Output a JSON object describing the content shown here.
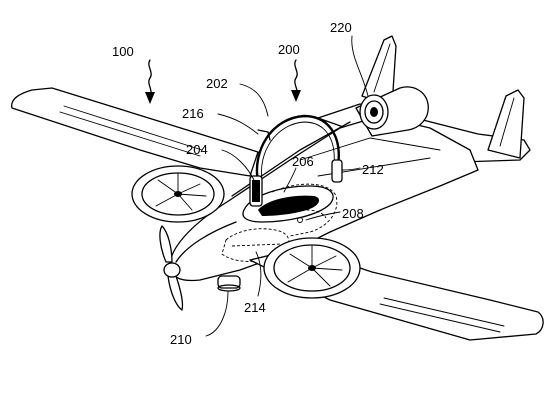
{
  "figure": {
    "labels": {
      "aircraft": "100",
      "system": "200",
      "l220": "220",
      "l202": "202",
      "l216": "216",
      "l204": "204",
      "l206": "206",
      "l212": "212",
      "l208": "208",
      "l210": "210",
      "l214": "214"
    }
  }
}
